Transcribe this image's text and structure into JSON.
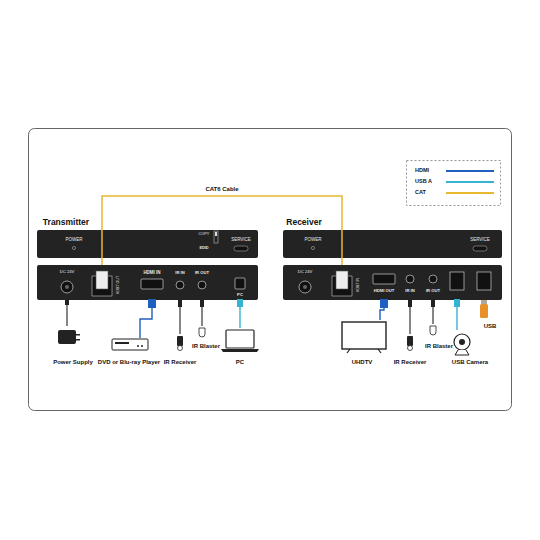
{
  "diagram": {
    "nodes": [
      {
        "text": [
          "Transmitter",
          "POWER",
          "COPY",
          "EDID",
          "SERVICE"
        ]
      },
      {
        "text": [
          "DC 24V",
          "HDBT OUT",
          "HDMI IN",
          "IR IN",
          "IR OUT",
          "PC"
        ]
      },
      {
        "text": [
          "Receiver",
          "POWER",
          "SERVICE"
        ]
      },
      {
        "text": [
          "DC 24V",
          "HDBT IN",
          "HDMI OUT",
          "IR IN",
          "IR OUT"
        ]
      },
      {
        "text": [
          "Power Supply"
        ]
      },
      {
        "text": [
          "DVD or Blu-ray Player"
        ]
      },
      {
        "text": [
          "IR Receiver"
        ]
      },
      {
        "text": [
          "IR Blaster"
        ]
      },
      {
        "text": [
          "PC"
        ]
      },
      {
        "text": [
          "UHDTV"
        ]
      },
      {
        "text": [
          "IR Receiver"
        ]
      },
      {
        "text": [
          "IR Blaster"
        ]
      },
      {
        "text": [
          "USB Camera"
        ]
      },
      {
        "text": [
          "USB"
        ]
      }
    ],
    "edges": [
      {
        "from": 1,
        "to": 3,
        "label": "CAT6 Cable",
        "arrow": "none"
      },
      {
        "from": 1,
        "to": 4,
        "arrow": "none"
      },
      {
        "from": 1,
        "to": 5,
        "arrow": "none"
      },
      {
        "from": 1,
        "to": 6,
        "arrow": "none"
      },
      {
        "from": 1,
        "to": 7,
        "arrow": "none"
      },
      {
        "from": 1,
        "to": 8,
        "arrow": "none"
      },
      {
        "from": 3,
        "to": 9,
        "arrow": "none"
      },
      {
        "from": 3,
        "to": 10,
        "arrow": "none"
      },
      {
        "from": 3,
        "to": 11,
        "arrow": "none"
      },
      {
        "from": 3,
        "to": 12,
        "arrow": "none"
      },
      {
        "from": 3,
        "to": 13,
        "arrow": "none"
      }
    ],
    "legend": [
      {
        "text": "HDMI",
        "color": "#1f5fbf"
      },
      {
        "text": "USB A",
        "color": "#37b3d2"
      },
      {
        "text": "CAT",
        "color": "#e8b730"
      }
    ]
  }
}
